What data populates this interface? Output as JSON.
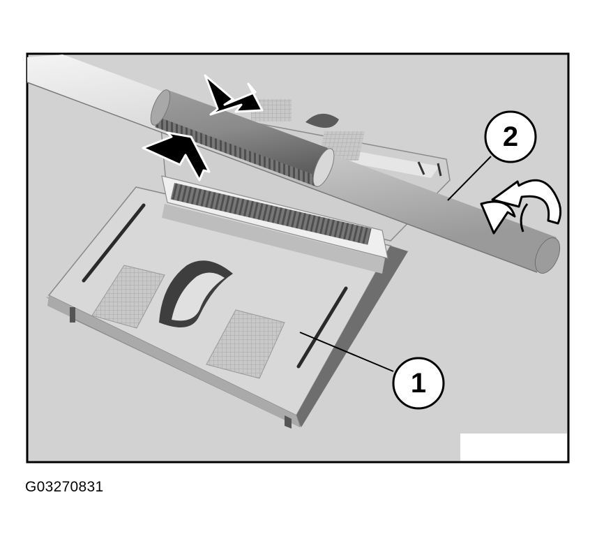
{
  "figure": {
    "caption": "G03270831",
    "callouts": [
      {
        "id": "1",
        "label": "1"
      },
      {
        "id": "2",
        "label": "2"
      }
    ],
    "icons": [
      "press-arrow-icon",
      "rotate-arrow-icon"
    ],
    "colors": {
      "background": "#d2d2d2",
      "frame": "#000000",
      "text": "#000000"
    }
  }
}
